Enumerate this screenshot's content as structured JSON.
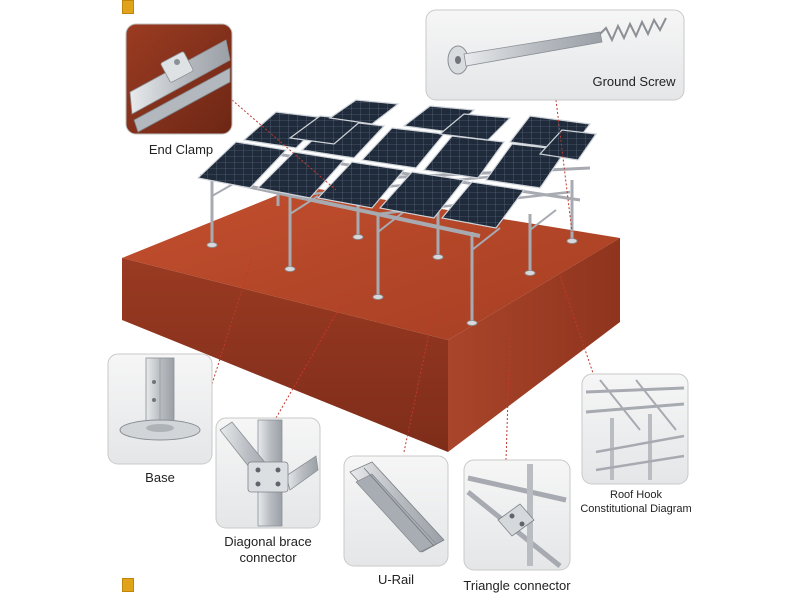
{
  "labels": {
    "end_clamp": "End Clamp",
    "ground_screw": "Ground Screw",
    "base": "Base",
    "diagonal_brace_line1": "Diagonal brace",
    "diagonal_brace_line2": "connector",
    "u_rail": "U-Rail",
    "triangle_connector": "Triangle connector",
    "roof_hook_line1": "Roof Hook",
    "roof_hook_line2": "Constitutional Diagram"
  },
  "colors": {
    "ground_block": "#b5472a",
    "ground_side": "#9c3b22",
    "ground_front": "#8e3420",
    "steel": "#c9ccd0",
    "panel": "#1d2735",
    "panel_grid": "#5d6d82",
    "leader_line": "#c0392b",
    "accent": "#e0a31a"
  }
}
